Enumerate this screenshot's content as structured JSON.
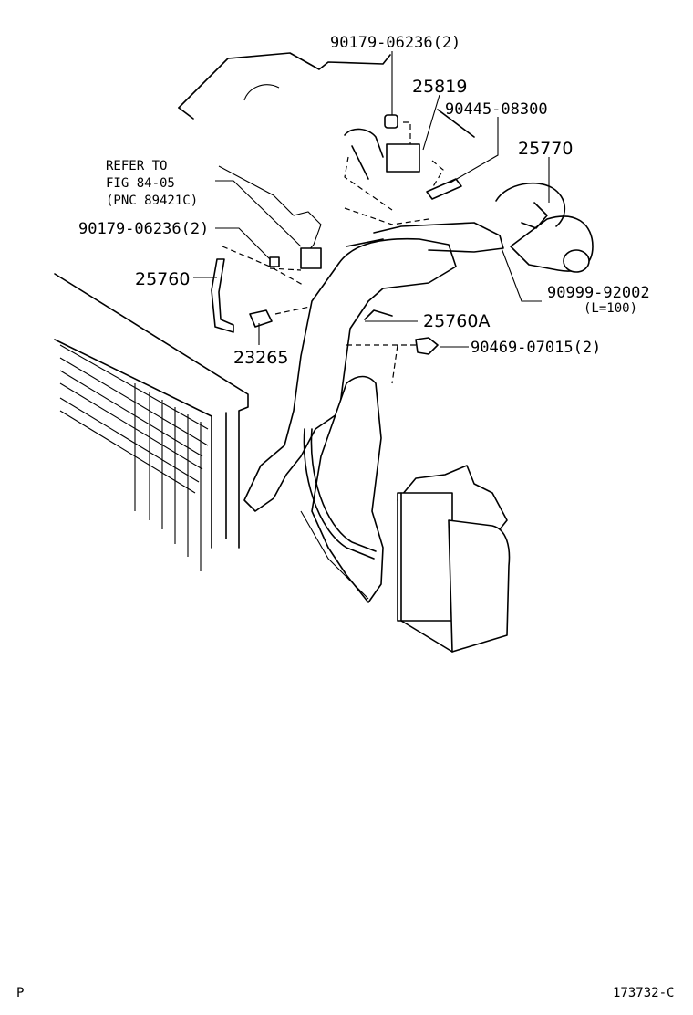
{
  "callouts": {
    "c1": "90179-06236(2)",
    "c2": "25819",
    "c3": "90445-08300",
    "c4": "25770",
    "c5_line1": "REFER TO",
    "c5_line2": "FIG 84-05",
    "c5_line3": "(PNC 89421C)",
    "c6": "90179-06236(2)",
    "c7": "25760",
    "c8": "90999-92002",
    "c8_note": "(L=100)",
    "c9": "25760A",
    "c10": "90469-07015(2)",
    "c11": "23265"
  },
  "footer": {
    "left": "P",
    "right": "173732-C"
  }
}
